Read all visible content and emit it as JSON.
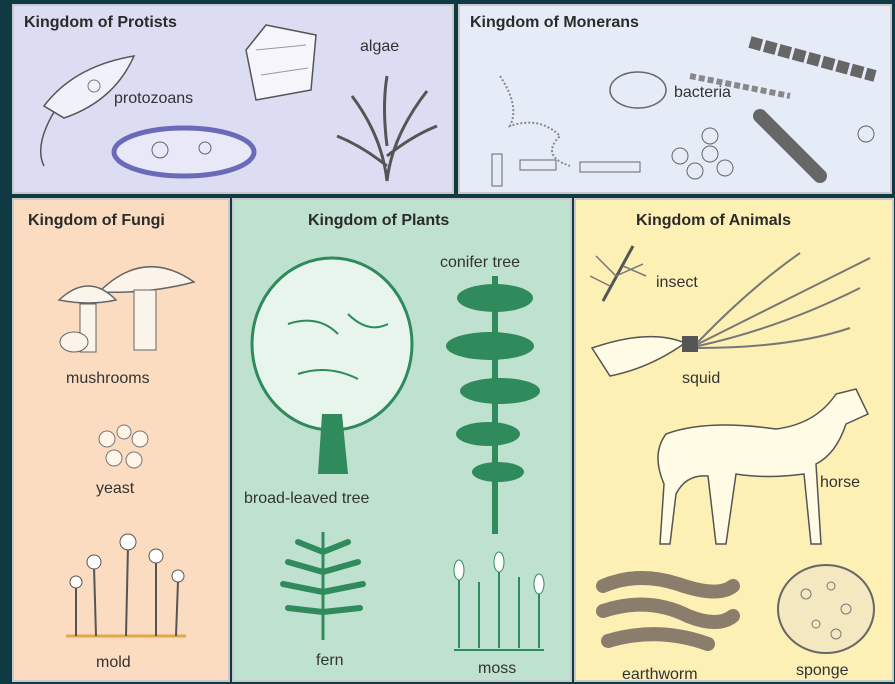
{
  "kingdoms": {
    "protists": {
      "title": "Kingdom of Protists",
      "labels": {
        "algae": "algae",
        "protozoans": "protozoans"
      }
    },
    "monerans": {
      "title": "Kingdom of Monerans",
      "labels": {
        "bacteria": "bacteria"
      }
    },
    "fungi": {
      "title": "Kingdom of Fungi",
      "labels": {
        "mushrooms": "mushrooms",
        "yeast": "yeast",
        "mold": "mold"
      }
    },
    "plants": {
      "title": "Kingdom of Plants",
      "labels": {
        "conifer": "conifer tree",
        "broadleaf": "broad-leaved tree",
        "fern": "fern",
        "moss": "moss"
      }
    },
    "animals": {
      "title": "Kingdom of Animals",
      "labels": {
        "insect": "insect",
        "squid": "squid",
        "horse": "horse",
        "earthworm": "earthworm",
        "sponge": "sponge"
      }
    }
  },
  "colors": {
    "background": "#0f3a44",
    "protists": "#dcdcf3",
    "monerans": "#e5ecf8",
    "fungi": "#fbdcc0",
    "plants": "#bfe1cf",
    "animals": "#fcf0b4",
    "plant_ink": "#2f8a5c",
    "fungi_ink": "#e0a84a",
    "protist_ink": "#6a6ab8"
  }
}
